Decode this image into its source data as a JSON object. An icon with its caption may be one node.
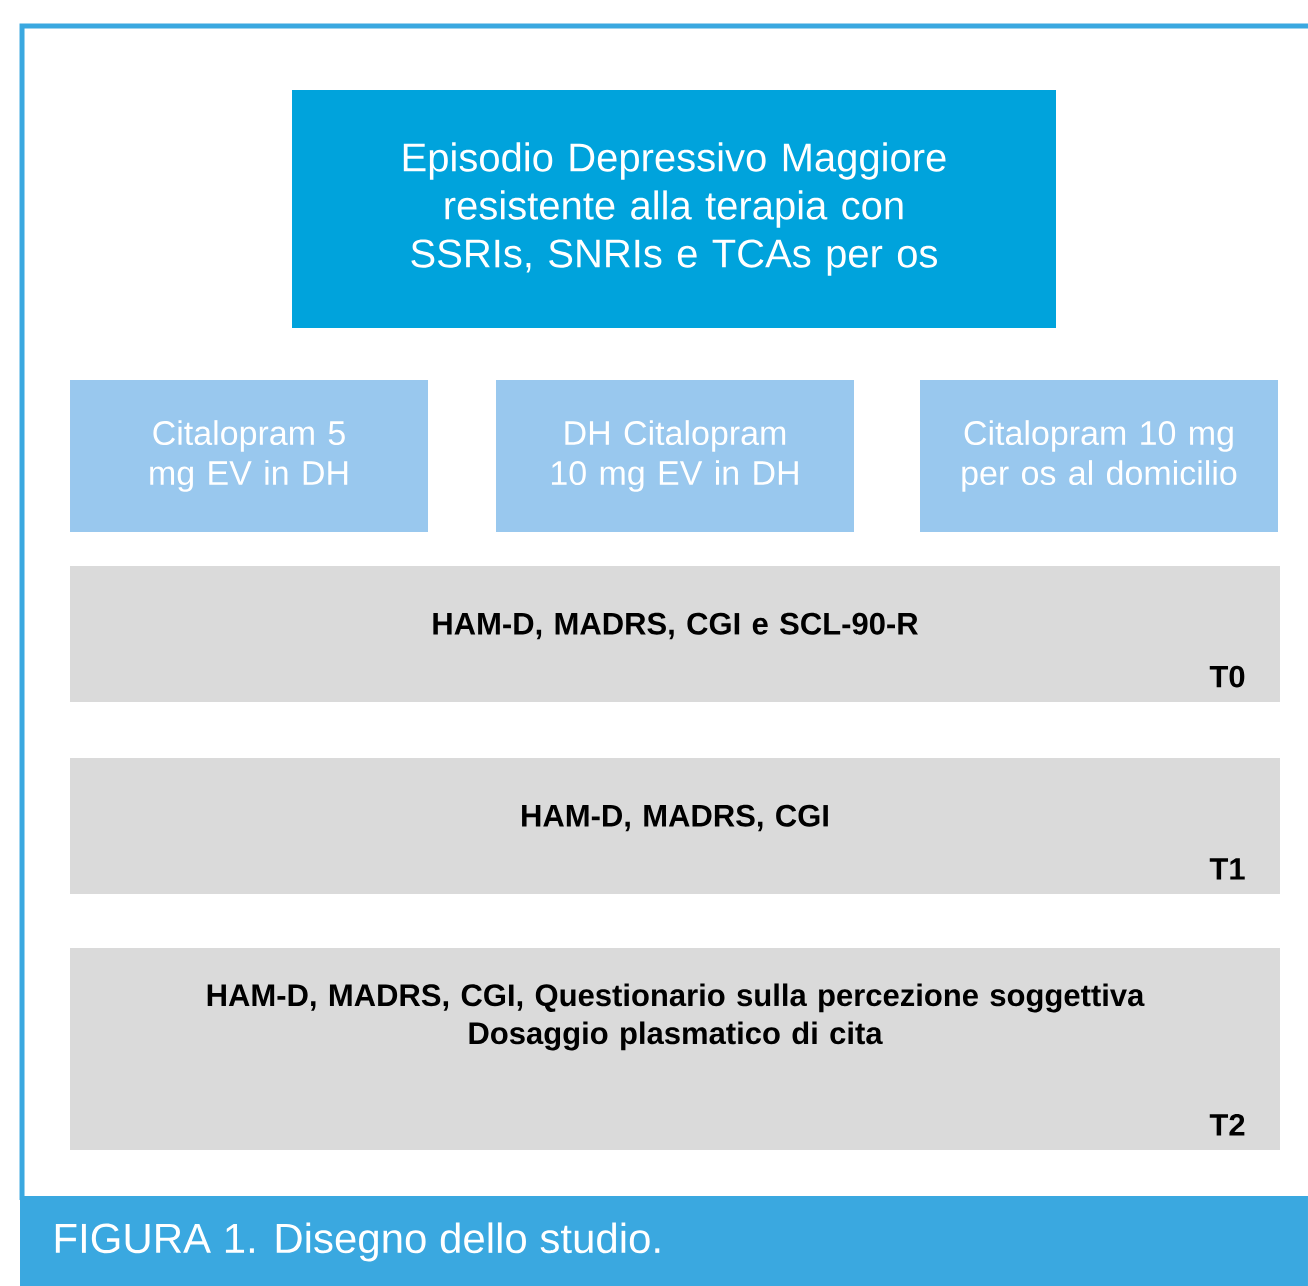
{
  "diagram": {
    "caption": "FIGURA 1. Disegno dello studio.",
    "nodes": [
      {
        "text": [
          "Episodio Depressivo Maggiore resistente alla terapia con SSRIs, SNRIs e TCAs per os"
        ]
      },
      {
        "text": [
          "Citalopram 5 mg EV in DH"
        ]
      },
      {
        "text": [
          "DH Citalopram 10 mg EV in DH"
        ]
      },
      {
        "text": [
          "Citalopram 10 mg per os al domicilio"
        ]
      },
      {
        "text": [
          "HAM-D, MADRS, CGI e SCL-90-R",
          "T0"
        ]
      },
      {
        "text": [
          "HAM-D, MADRS, CGI",
          "T1"
        ]
      },
      {
        "text": [
          "HAM-D, MADRS, CGI, Questionario sulla percezione soggettiva",
          "Dosaggio plasmatico di cita",
          "T2"
        ]
      }
    ]
  }
}
